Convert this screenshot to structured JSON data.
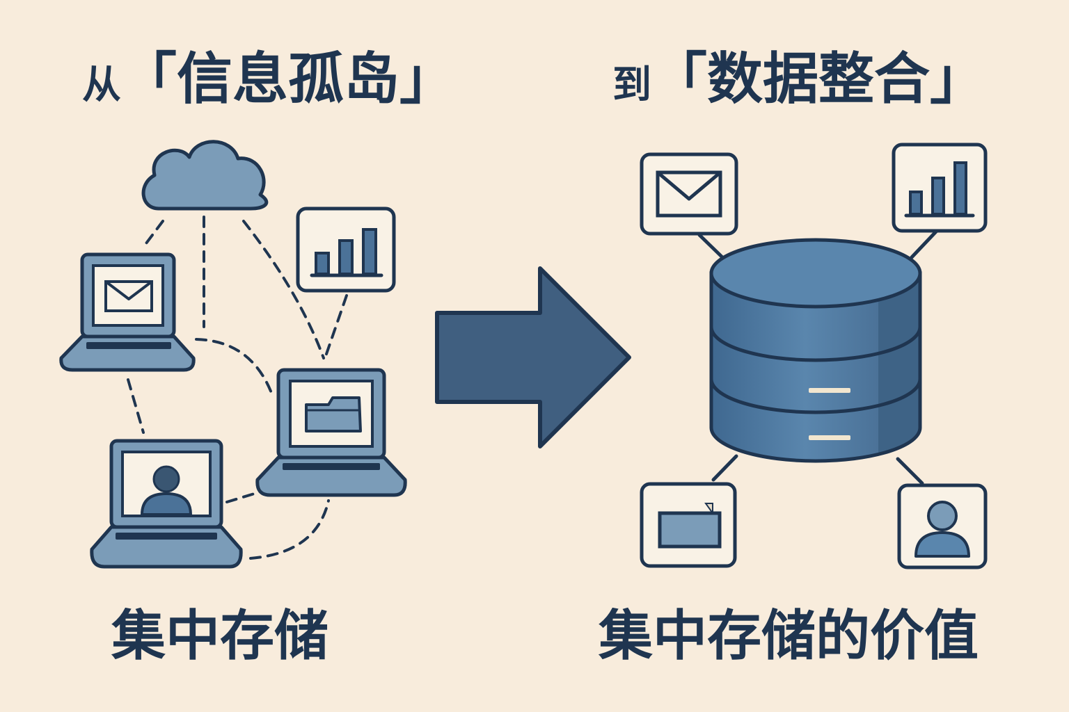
{
  "left": {
    "title_lead": "从",
    "title_main": "「信息孤岛」",
    "caption": "集中存储",
    "icons": [
      "cloud-icon",
      "laptop-mail-icon",
      "laptop-folder-icon",
      "laptop-user-icon",
      "chart-icon"
    ]
  },
  "right": {
    "title_lead": "到",
    "title_main": "「数据整合」",
    "caption": "集中存储的价值",
    "icons": [
      "database-icon",
      "mail-icon",
      "chart-icon",
      "folder-icon",
      "user-icon"
    ]
  },
  "arrow": "arrow-right-icon",
  "colors": {
    "background": "#f8ecdc",
    "dark_navy": "#1f3550",
    "mid_blue": "#4b7298",
    "light_blue": "#7b9cb8",
    "panel": "#f9f2e6"
  }
}
